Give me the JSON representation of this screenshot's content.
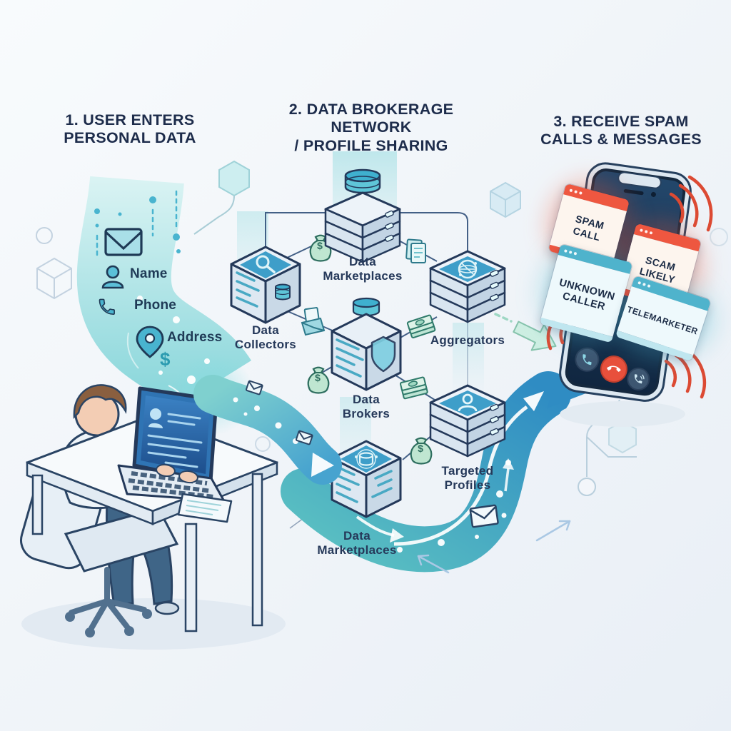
{
  "steps": [
    {
      "number": "1",
      "label": "1. USER ENTERS\nPERSONAL DATA"
    },
    {
      "number": "2",
      "label": "2. DATA BROKERAGE NETWORK\n/ PROFILE SHARING"
    },
    {
      "number": "3",
      "label": "3. RECEIVE SPAM\nCALLS & MESSAGES"
    }
  ],
  "personal_data": {
    "fields": [
      {
        "icon": "envelope-icon",
        "label": ""
      },
      {
        "icon": "user-icon",
        "label": "Name"
      },
      {
        "icon": "phone-icon",
        "label": "Phone"
      },
      {
        "icon": "location-pin-icon",
        "label": "Address"
      },
      {
        "icon": "dollar-icon",
        "label": "$"
      }
    ]
  },
  "network": {
    "currency_glyph": "$",
    "nodes": [
      {
        "id": "data-marketplaces-top",
        "label": "Data\nMarketplaces",
        "icon": "server-stack-database-icon"
      },
      {
        "id": "data-collectors",
        "label": "Data\nCollectors",
        "icon": "cube-search-icon"
      },
      {
        "id": "data-brokers",
        "label": "Data\nBrokers",
        "icon": "cube-shield-icon"
      },
      {
        "id": "aggregators",
        "label": "Aggregators",
        "icon": "server-stack-network-icon"
      },
      {
        "id": "targeted-profiles",
        "label": "Targeted\nProfiles",
        "icon": "server-stack-profile-icon"
      },
      {
        "id": "data-marketplaces-bottom",
        "label": "Data\nMarketplaces",
        "icon": "cube-database-icon"
      }
    ],
    "flow_icons": [
      "money-bag-icon",
      "documents-icon",
      "mail-icon",
      "cash-icon"
    ]
  },
  "phone": {
    "alerts": [
      {
        "label": "SPAM CALL",
        "severity": "red"
      },
      {
        "label": "SCAM LIKELY",
        "severity": "red"
      },
      {
        "label": "UNKNOWN CALLER",
        "severity": "teal"
      },
      {
        "label": "TELEMARKETER",
        "severity": "teal"
      }
    ],
    "call_buttons": [
      "answer-call-button",
      "decline-call-button",
      "speaker-call-button"
    ]
  },
  "colors": {
    "accent_teal": "#49b4cf",
    "accent_blue": "#2e86c1",
    "alert_red": "#ee5740",
    "navy": "#22395a",
    "background": "#f3f6fa"
  }
}
